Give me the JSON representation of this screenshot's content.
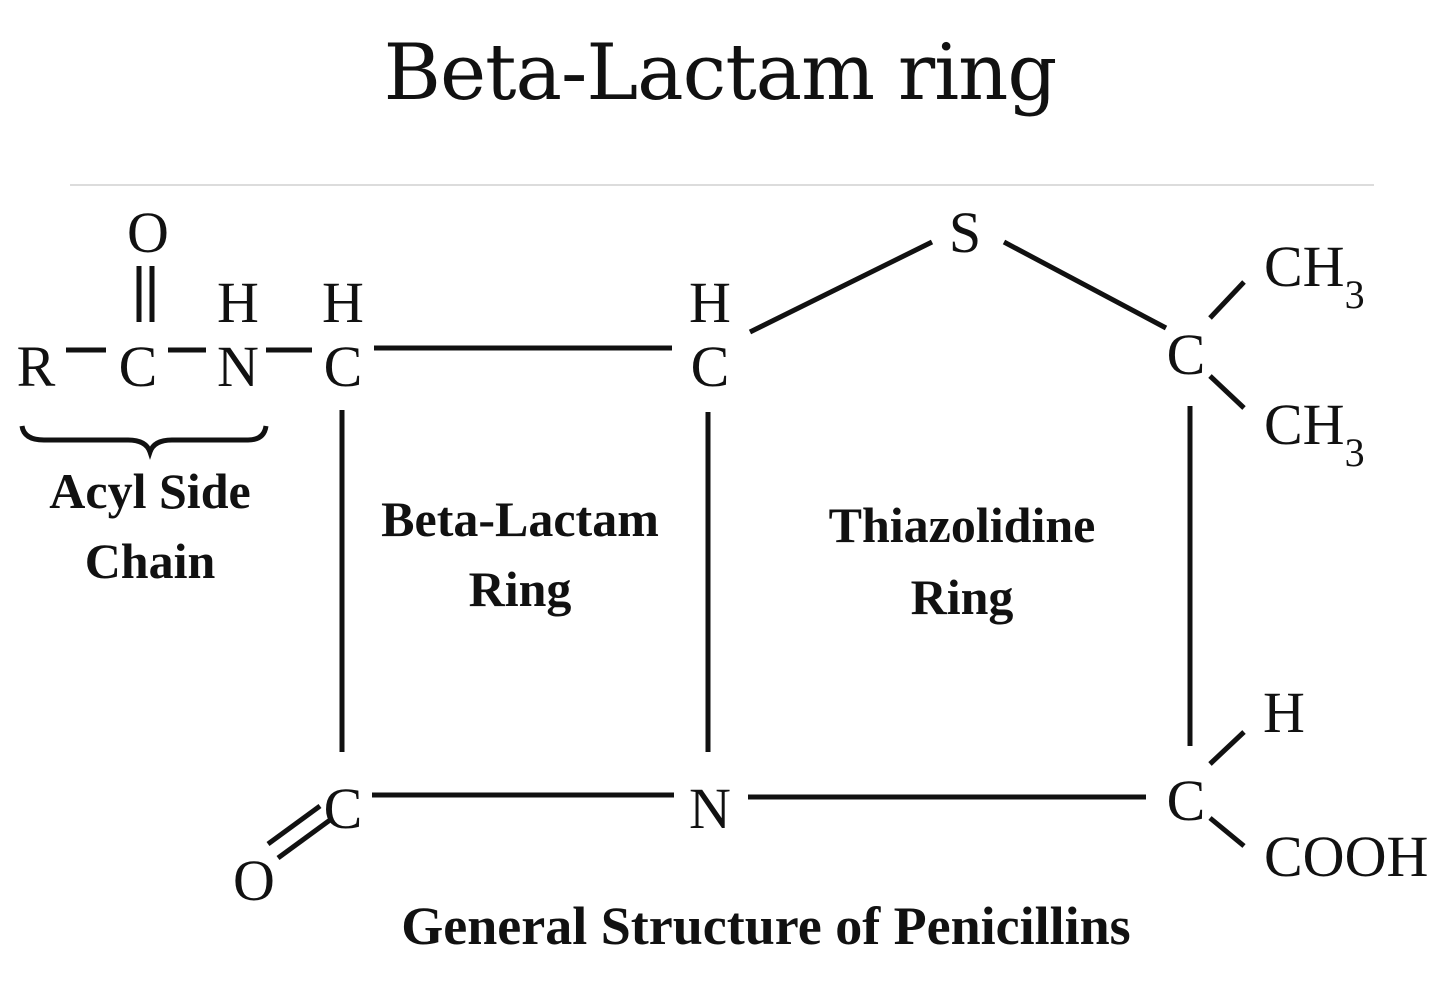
{
  "title": "Beta-Lactam ring",
  "atoms": {
    "R": "R",
    "acyl_C": "C",
    "acyl_O": "O",
    "amide_N": "N",
    "amide_H": "H",
    "c3_H": "H",
    "c3_C": "C",
    "c4_H": "H",
    "c4_C": "C",
    "S": "S",
    "c2_C": "C",
    "ch3_top": "CH",
    "ch3_top_sub": "3",
    "ch3_bottom": "CH",
    "ch3_bottom_sub": "3",
    "carbonyl_C": "C",
    "carbonyl_O": "O",
    "ring_N": "N",
    "c3b_C": "C",
    "c3b_H": "H",
    "cooh": "COOH"
  },
  "labels": {
    "acyl_line1": "Acyl Side",
    "acyl_line2": "Chain",
    "beta_lactam_line1": "Beta-Lactam",
    "beta_lactam_line2": "Ring",
    "thiazolidine_line1": "Thiazolidine",
    "thiazolidine_line2": "Ring"
  },
  "caption": "General Structure of Penicillins",
  "colors": {
    "ink": "#111111",
    "rule": "#dcdcdc",
    "background": "#ffffff"
  }
}
